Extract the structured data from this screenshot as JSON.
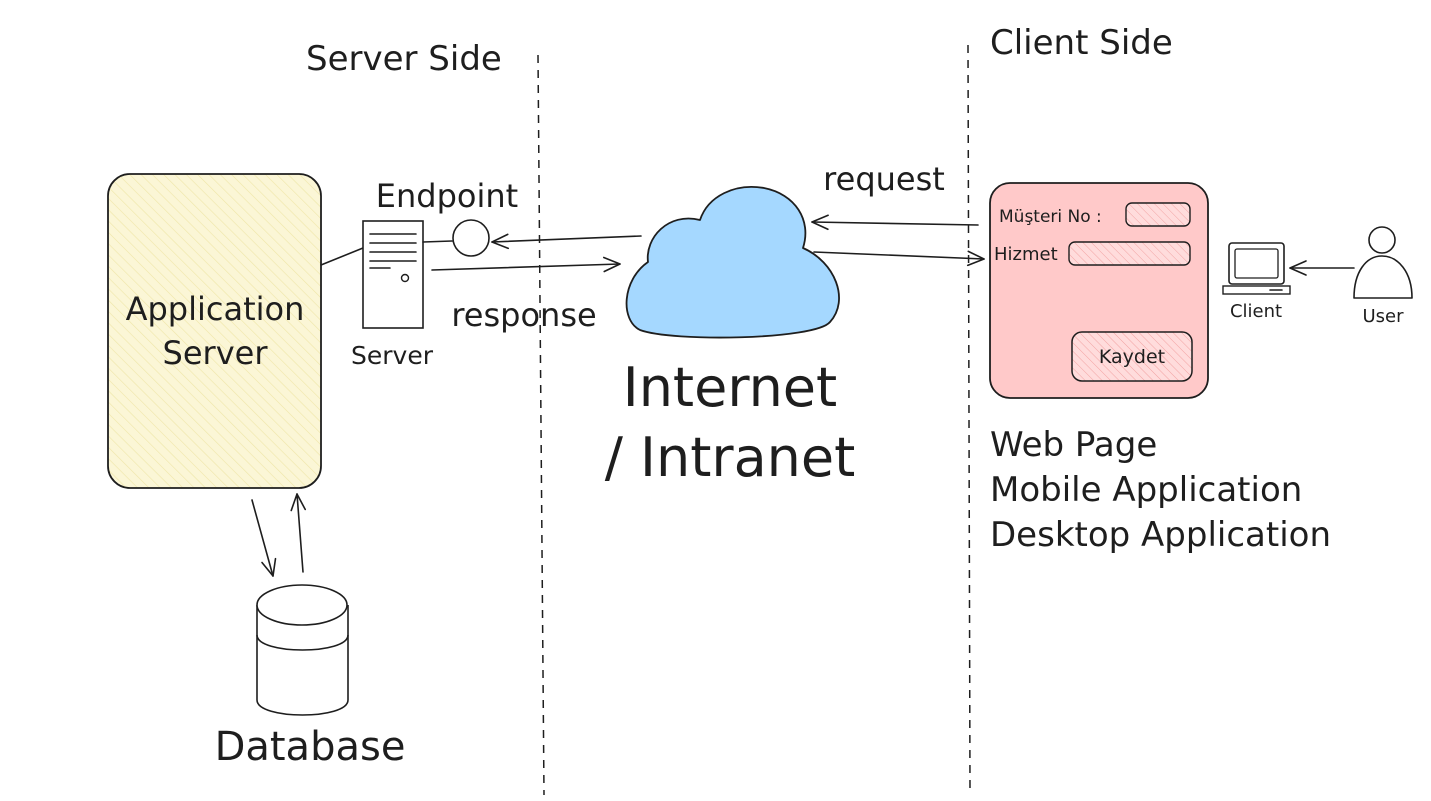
{
  "labels": {
    "server_side": "Server Side",
    "client_side": "Client Side",
    "endpoint": "Endpoint",
    "server": "Server",
    "application_server_line1": "Application",
    "application_server_line2": "Server",
    "response": "response",
    "request": "request",
    "internet_line1": "Internet",
    "internet_line2": "/ Intranet",
    "database": "Database",
    "client": "Client",
    "user": "User"
  },
  "form": {
    "customer_no_label": "Müşteri No :",
    "service_label": "Hizmet",
    "save_button": "Kaydet"
  },
  "client_types": [
    "Web Page",
    "Mobile Application",
    "Desktop Application"
  ],
  "colors": {
    "app_server_fill": "#fbf6d6",
    "cloud_fill": "#a5d8ff",
    "form_fill": "#ffc9c9",
    "field_fill": "#ffdcdc",
    "ink": "#1e1e1e"
  }
}
